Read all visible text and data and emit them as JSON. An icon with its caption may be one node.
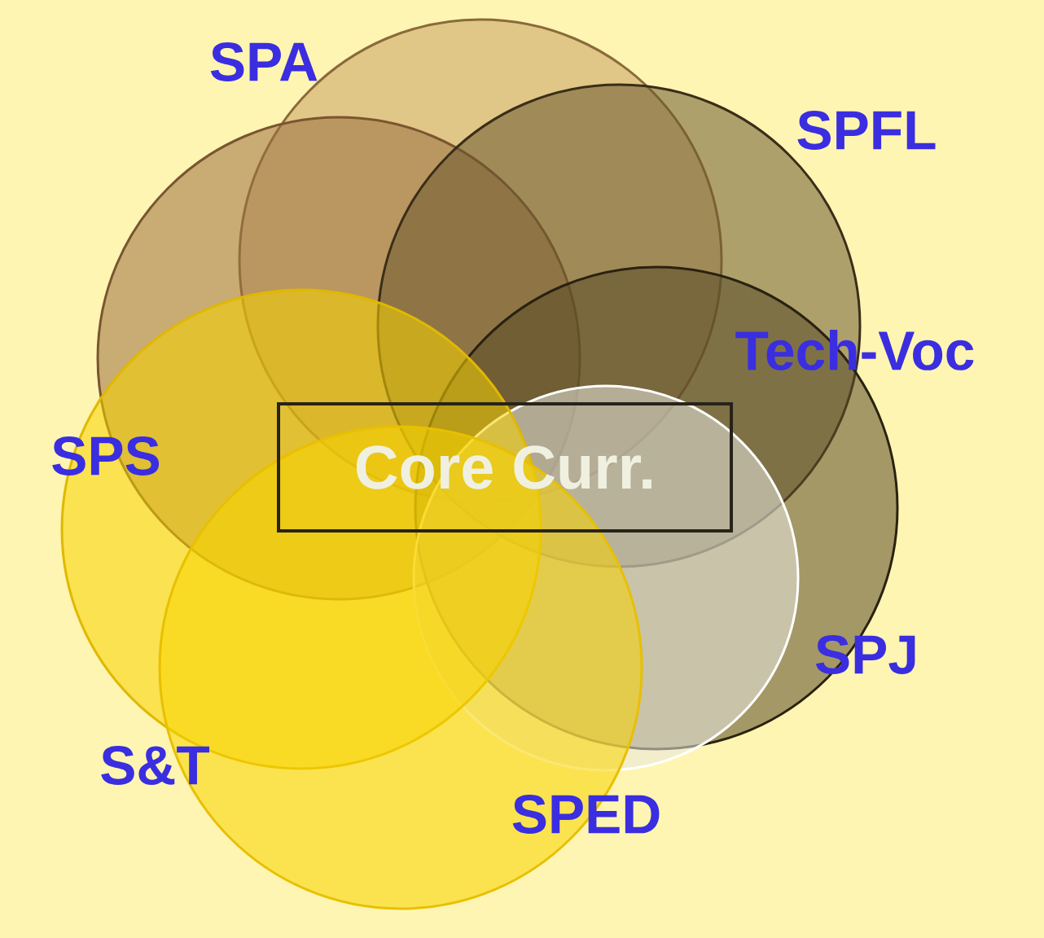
{
  "diagram": {
    "nodes": [
      {
        "text": [
          "SPA"
        ]
      },
      {
        "text": [
          "SPS"
        ]
      },
      {
        "text": [
          "SPFL"
        ]
      },
      {
        "text": [
          "Tech-Voc"
        ]
      },
      {
        "text": [
          "SPJ"
        ]
      },
      {
        "text": [
          "S&T"
        ]
      },
      {
        "text": [
          "SPED"
        ]
      },
      {
        "text": [
          "Core Curr."
        ]
      }
    ]
  }
}
